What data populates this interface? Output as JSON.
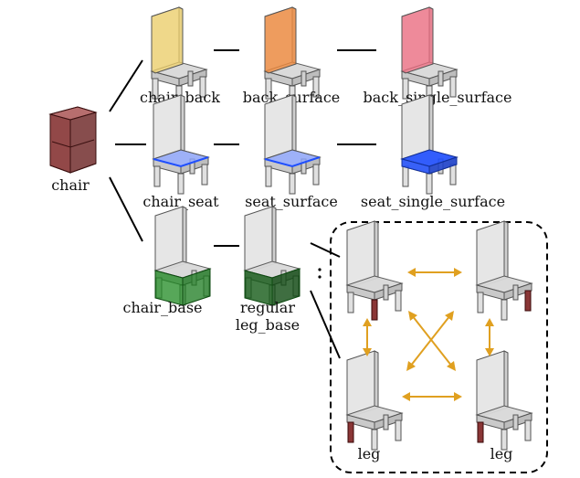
{
  "labels": {
    "chair": "chair",
    "chair_back": "chair_back",
    "back_surface": "back_surface",
    "back_single_surface": "back_single_surface",
    "chair_seat": "chair_seat",
    "seat_surface": "seat_surface",
    "seat_single_surface": "seat_single_surface",
    "chair_base": "chair_base",
    "regular_line1": "regular",
    "regular_line2": "leg_base",
    "leg_left": "leg",
    "leg_right": "leg"
  },
  "colors": {
    "chair_outline": "#555555",
    "chair_fill": "#dcdcdc",
    "back_highlight_1": "#f2d36b",
    "back_highlight_2": "#f08a3c",
    "back_highlight_3": "#f06b80",
    "seat_highlight_light": "#8fa6ff",
    "seat_highlight_strong": "#1f4fff",
    "base_highlight": "#1f8a22",
    "root_highlight": "#8a3030",
    "leg_highlight": "#7a1818",
    "arrow_color": "#e0a020",
    "connector_color": "#000000"
  }
}
